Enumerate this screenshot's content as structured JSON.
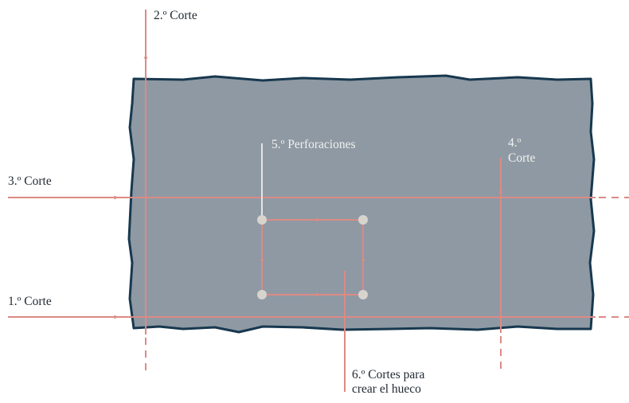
{
  "labels": {
    "cut1": "1.º Corte",
    "cut2": "2.º Corte",
    "cut3": "3.º Corte",
    "cut4_line1": "4.º",
    "cut4_line2": "Corte",
    "perforations": "5.º Perforaciones",
    "cut6_line1": "6.º Cortes para",
    "cut6_line2": "crear el hueco"
  },
  "colors": {
    "slab_fill": "#8e99a3",
    "slab_outline": "#17384f",
    "cut_line": "#dc8a85",
    "drill_point": "#d6d4cd",
    "perforation_pointer": "#e6e6e2",
    "text_dark": "#222a33",
    "text_light": "#f2f2ef"
  }
}
